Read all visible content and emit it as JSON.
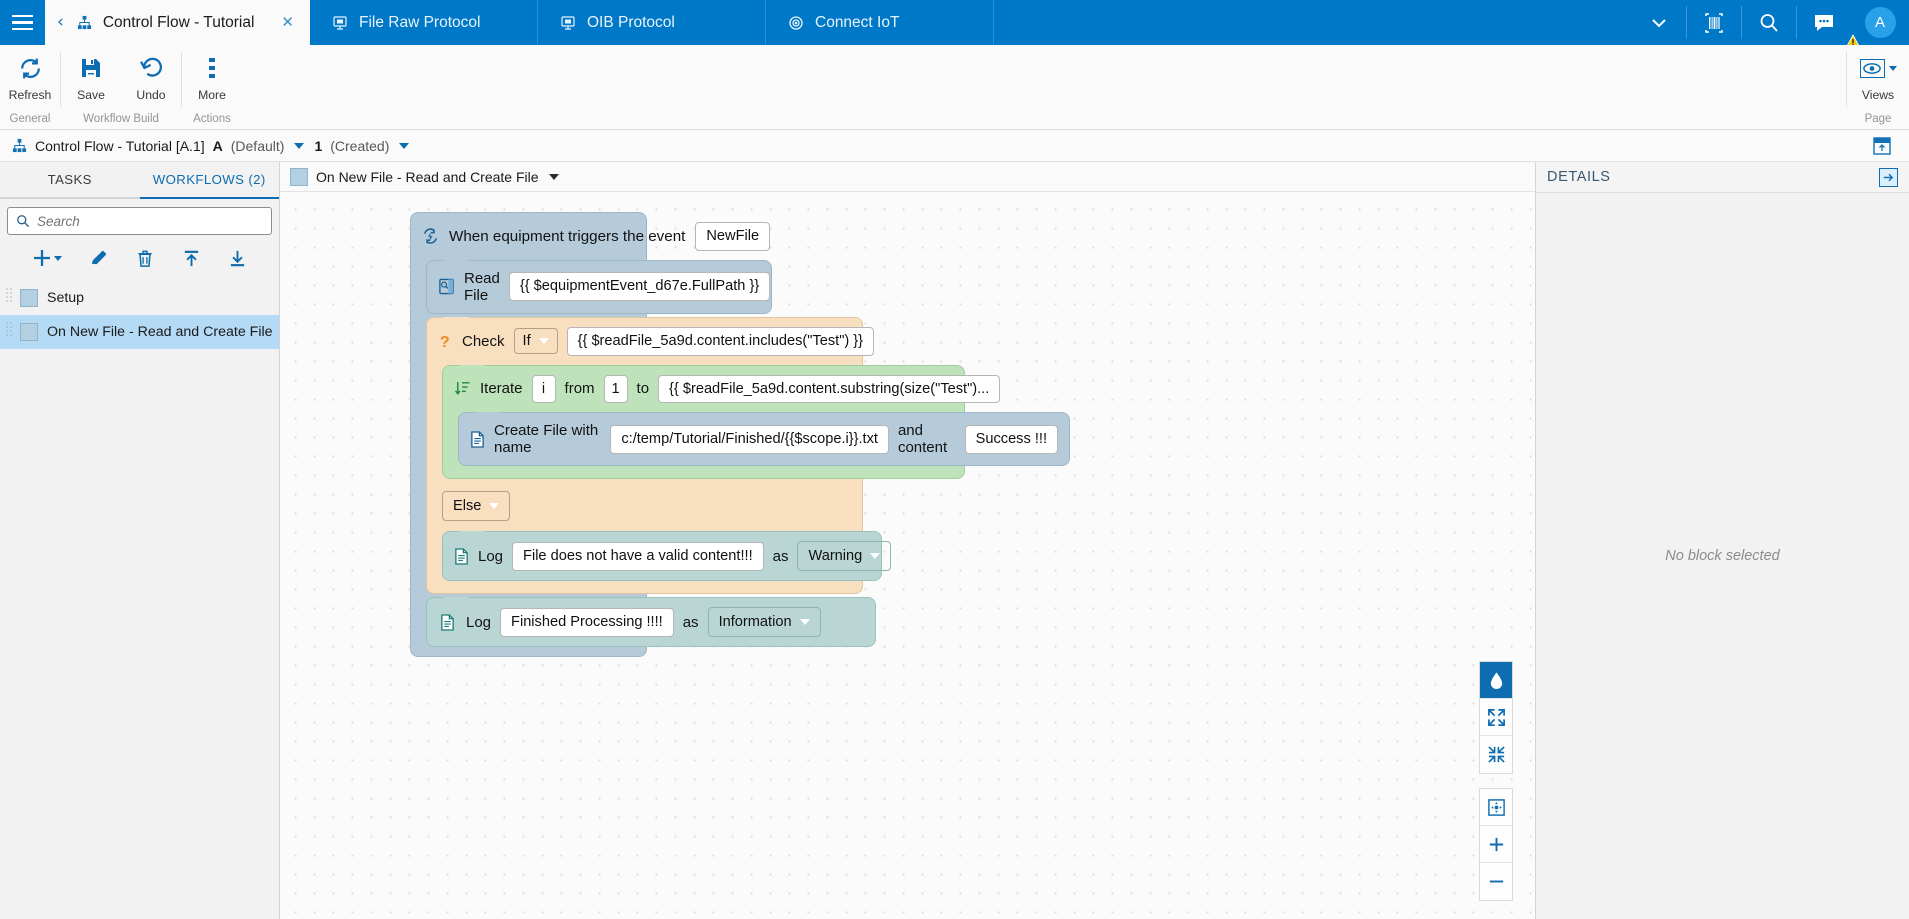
{
  "topbar": {
    "menu_icon": "hamburger-icon",
    "tabs": [
      {
        "label": "Control Flow - Tutorial",
        "icon": "sitemap-icon",
        "active": true,
        "close": "✕",
        "back": "‹"
      },
      {
        "label": "File Raw Protocol",
        "icon": "monitor-icon",
        "active": false
      },
      {
        "label": "OIB Protocol",
        "icon": "monitor-icon",
        "active": false
      },
      {
        "label": "Connect IoT",
        "icon": "target-icon",
        "active": false
      }
    ],
    "right_icons": [
      "chevron-down-icon",
      "barcode-icon",
      "search-icon",
      "chat-icon"
    ],
    "avatar_initial": "A",
    "accent": "#0078c8"
  },
  "ribbon": {
    "groups": [
      {
        "title": "General",
        "buttons": [
          {
            "label": "Refresh",
            "icon": "refresh-icon"
          }
        ]
      },
      {
        "title": "Workflow Build",
        "buttons": [
          {
            "label": "Save",
            "icon": "save-icon"
          },
          {
            "label": "Undo",
            "icon": "undo-icon"
          }
        ]
      },
      {
        "title": "Actions",
        "buttons": [
          {
            "label": "More",
            "icon": "more-vertical-icon"
          }
        ]
      }
    ],
    "views": {
      "label": "Views",
      "group_title": "Page",
      "icon": "eye-icon"
    }
  },
  "breadcrumb": {
    "icon": "sitemap-icon",
    "title": "Control Flow - Tutorial [A.1]",
    "version_letter": "A",
    "version_state": "(Default)",
    "revision_number": "1",
    "revision_state": "(Created)",
    "right_icon": "panel-toggle-icon"
  },
  "leftpanel": {
    "tabs": [
      {
        "label": "TASKS",
        "active": false
      },
      {
        "label": "WORKFLOWS (2)",
        "active": true
      }
    ],
    "search": {
      "placeholder": "Search",
      "value": "",
      "icon": "search-icon"
    },
    "actions": [
      {
        "name": "add-button",
        "icon": "plus-icon",
        "has_caret": true
      },
      {
        "name": "edit-button",
        "icon": "pencil-icon"
      },
      {
        "name": "delete-button",
        "icon": "trash-icon"
      },
      {
        "name": "import-button",
        "icon": "arrow-up-bar-icon"
      },
      {
        "name": "export-button",
        "icon": "arrow-down-bar-icon"
      }
    ],
    "items": [
      {
        "label": "Setup",
        "selected": false
      },
      {
        "label": "On New File - Read and Create File",
        "selected": true
      }
    ]
  },
  "canvas": {
    "header_title": "On New File - Read and Create File",
    "controls": [
      {
        "name": "theme-droplet-button",
        "icon": "droplet-icon",
        "active": true
      },
      {
        "name": "expand-all-button",
        "icon": "expand-arrows-icon"
      },
      {
        "name": "collapse-all-button",
        "icon": "collapse-arrows-icon"
      },
      {
        "name": "fit-to-screen-button",
        "icon": "fit-screen-icon"
      },
      {
        "name": "zoom-in-button",
        "icon": "plus-icon"
      },
      {
        "name": "zoom-out-button",
        "icon": "minus-icon"
      }
    ]
  },
  "workflow": {
    "trigger": {
      "icon": "event-trigger-icon",
      "label": "When equipment triggers the event",
      "event_value": "NewFile"
    },
    "read_file": {
      "icon": "read-file-icon",
      "label": "Read File",
      "path_value": "{{ $equipmentEvent_d67e.FullPath }}"
    },
    "check": {
      "icon": "question-icon",
      "label": "Check",
      "condition_type": "If",
      "expression": "{{ $readFile_5a9d.content.includes(\"Test\") }}"
    },
    "iterate": {
      "icon": "iterate-icon",
      "label": "Iterate",
      "variable": "i",
      "from_label": "from",
      "from_value": "1",
      "to_label": "to",
      "to_value": "{{ $readFile_5a9d.content.substring(size(\"Test\")..."
    },
    "create_file": {
      "icon": "file-icon",
      "label": "Create File with name",
      "name_value": "c:/temp/Tutorial/Finished/{{$scope.i}}.txt",
      "and_label": "and content",
      "content_value": "Success !!!"
    },
    "else": {
      "label": "Else"
    },
    "log_warning": {
      "icon": "log-icon",
      "label": "Log",
      "message": "File does not have a valid content!!!",
      "as_label": "as",
      "level": "Warning"
    },
    "log_info": {
      "icon": "log-icon",
      "label": "Log",
      "message": "Finished Processing !!!!",
      "as_label": "as",
      "level": "Information"
    },
    "colors": {
      "trigger": "#b5cbd9",
      "condition": "#f7dfc0",
      "loop": "#bee3bb",
      "log": "#b9d6d4"
    }
  },
  "details": {
    "title": "DETAILS",
    "empty_message": "No block selected",
    "expand_icon": "expand-panel-icon"
  }
}
